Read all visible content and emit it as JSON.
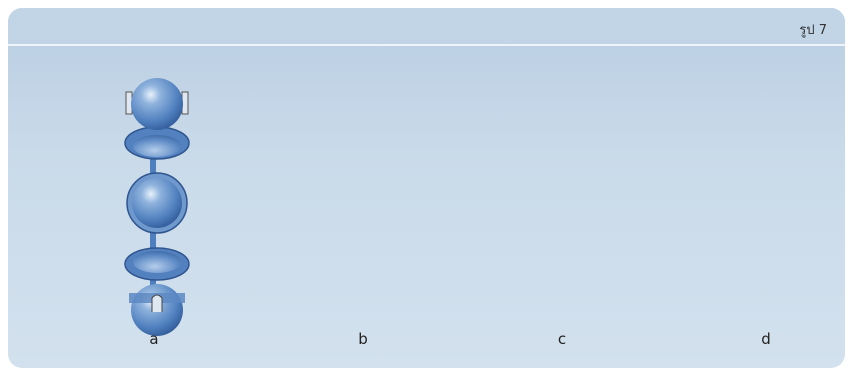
{
  "figure_label": "รูป 7",
  "illustrations": [
    {
      "id": "a",
      "caption": "a"
    },
    {
      "id": "b",
      "caption": "b"
    },
    {
      "id": "c",
      "caption": "c"
    },
    {
      "id": "d",
      "caption": "d"
    }
  ]
}
